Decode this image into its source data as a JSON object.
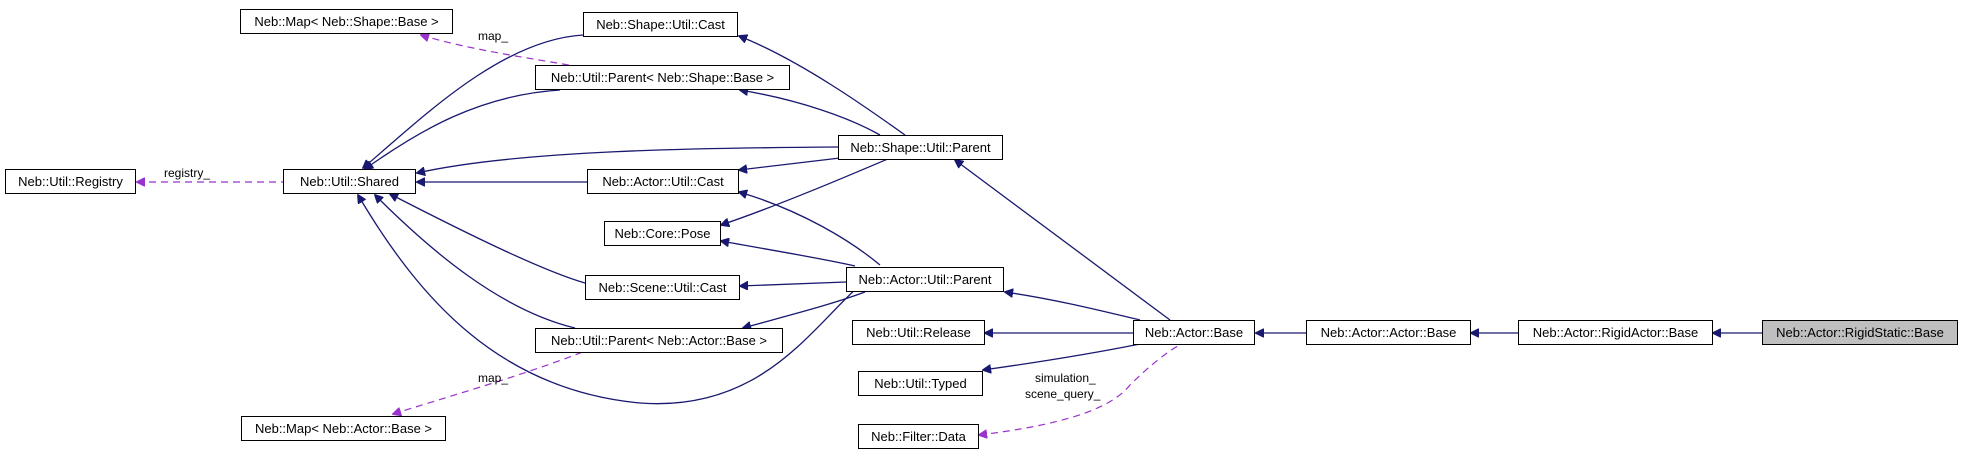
{
  "colors": {
    "inheritance_edge": "#191970",
    "usage_edge": "#9a32cd",
    "node_border": "#000000",
    "node_fill": "#ffffff",
    "selected_fill": "#bfbfbf"
  },
  "nodes": {
    "map_shape": "Neb::Map< Neb::Shape::Base >",
    "shape_util_cast": "Neb::Shape::Util::Cast",
    "util_parent_shape": "Neb::Util::Parent< Neb::Shape::Base >",
    "shape_util_parent": "Neb::Shape::Util::Parent",
    "util_registry": "Neb::Util::Registry",
    "util_shared": "Neb::Util::Shared",
    "actor_util_cast": "Neb::Actor::Util::Cast",
    "core_pose": "Neb::Core::Pose",
    "scene_util_cast": "Neb::Scene::Util::Cast",
    "actor_util_parent": "Neb::Actor::Util::Parent",
    "util_parent_actor": "Neb::Util::Parent< Neb::Actor::Base >",
    "util_release": "Neb::Util::Release",
    "actor_base": "Neb::Actor::Base",
    "actor_actor_base": "Neb::Actor::Actor::Base",
    "rigidactor_base": "Neb::Actor::RigidActor::Base",
    "rigidstatic_base": "Neb::Actor::RigidStatic::Base",
    "util_typed": "Neb::Util::Typed",
    "map_actor": "Neb::Map< Neb::Actor::Base >",
    "filter_data": "Neb::Filter::Data"
  },
  "edge_labels": {
    "map_shape": "map_",
    "registry": "registry_",
    "map_actor": "map_",
    "simulation": "simulation_",
    "scene_query": "scene_query_"
  }
}
